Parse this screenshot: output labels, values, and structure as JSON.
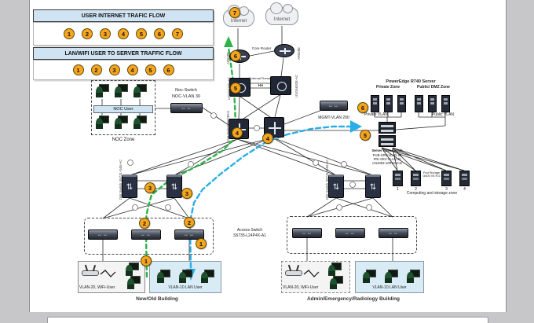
{
  "colors": {
    "marker_orange": "#F6A51F",
    "flow_green": "#2DB34A",
    "flow_blue": "#2AAEE8",
    "zone_blue": "#CFE3F2"
  },
  "legend": {
    "internet_flow": {
      "title": "USER INTERNET TRAFIC FLOW",
      "steps": [
        "1",
        "2",
        "3",
        "4",
        "5",
        "6",
        "7"
      ]
    },
    "server_flow": {
      "title": "LAN/WIFI USER TO SERVER TRAFFIC FLOW",
      "steps": [
        "1",
        "2",
        "3",
        "4",
        "5",
        "6"
      ]
    }
  },
  "noc": {
    "zone": "NOC Zone",
    "band": "NOC User",
    "switch_name": "Noc-Switch",
    "switch_vlan": "NOC-VLAN 30"
  },
  "wan": {
    "internet": "Internet",
    "core_router": "Core Router",
    "router_model": "AR6280"
  },
  "firewall": {
    "title": "External Firewall",
    "ha": "HA",
    "model": "USG6620E-AC"
  },
  "core_switch": {
    "model": "Core Switch S6730-H"
  },
  "mgmt": {
    "label": "MGMT-VLAN 200"
  },
  "poweredge": {
    "title": "PowerEdge R740 Server",
    "private_zone": "Private Zone",
    "public_zone": "Public/ DMZ Zone",
    "private_vlan": "Private VLAN",
    "public_vlan": "Public VLAN"
  },
  "server_farm": {
    "name": "Server Farm Switch",
    "pub": "PUB-SRV-VLAN 50",
    "pri": "PRI-SRV-VLAN 40",
    "model": "CN4093-10RSCO-B"
  },
  "computing": {
    "zone": "Computing and storage zone",
    "storage": "Pod Storage G600 V5 R-6",
    "numbers": [
      "1",
      "2",
      "3",
      "4"
    ]
  },
  "dist": {
    "model": "Dist Switch S5731-S48-AC"
  },
  "access": {
    "name": "Access Switch",
    "model": "S5735-L24P4X-A1"
  },
  "buildings": {
    "left": {
      "wifi": "VLAN-20, WiFi-User",
      "lan": "VLAN-10 LAN User",
      "name": "New/Old Building"
    },
    "right": {
      "wifi": "VLAN-20, WiFi-User",
      "lan": "VLAN-10 LAN User",
      "name": "Admin/Emergency/Radiology Building"
    }
  },
  "flow_markers": [
    "7",
    "6",
    "5",
    "4",
    "4",
    "3",
    "3",
    "2",
    "2",
    "1",
    "1",
    "6",
    "5"
  ]
}
